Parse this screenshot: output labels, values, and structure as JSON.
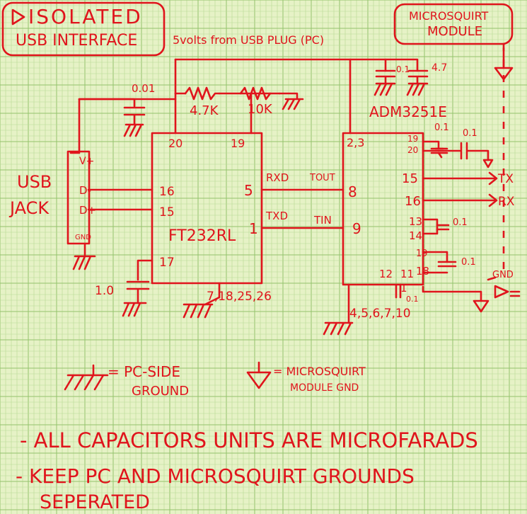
{
  "title_line1": "ISOLATED",
  "title_line2": "USB INTERFACE",
  "module_line1": "MICROSQUIRT",
  "module_line2": "MODULE",
  "supply_note": "5volts from USB PLUG (PC)",
  "usb_jack": {
    "label1": "USB",
    "label2": "JACK",
    "pin_vplus": "V+",
    "pin_dminus": "D-",
    "pin_dplus": "D+",
    "pin_gnd": "GND"
  },
  "ft232": {
    "name": "FT232RL",
    "pin_20": "20",
    "pin_19": "19",
    "pin_16": "16",
    "pin_15": "15",
    "pin_17": "17",
    "pin_5": "5",
    "pin_1": "1",
    "pin_gnd": "7,18,25,26",
    "sig_rxd": "RXD",
    "sig_txd": "TXD"
  },
  "adm": {
    "name": "ADM3251E",
    "pin_vcc": "2,3",
    "pin_8": "8",
    "pin_9": "9",
    "sig_tout": "TOUT",
    "sig_tin": "TIN",
    "pin_gnd": "4,5,6,7,10",
    "pin_19a": "19",
    "pin_20": "20",
    "pin_15": "15",
    "pin_16": "16",
    "pin_13": "13",
    "pin_14": "14",
    "pin_19b": "19",
    "pin_18": "18",
    "pin_12": "12",
    "pin_11": "11",
    "pin_1": "1"
  },
  "resistors": {
    "r1": "4.7K",
    "r2": "10K"
  },
  "caps": {
    "c_top": "0.01",
    "c_17": "1.0",
    "c_adm1": "0.1",
    "c_adm2": "4.7",
    "c_rt1": "0.1",
    "c_rt2": "0.1",
    "c_13": "0.1",
    "c_18": "0.1",
    "c_pin1": "0.1"
  },
  "outputs": {
    "tx": "TX",
    "rx": "RX",
    "gnd": "GND"
  },
  "legend": {
    "pc_ground_line1": "= PC-SIDE",
    "pc_ground_line2": "GROUND",
    "module_ground_line1": "= MICROSQUIRT",
    "module_ground_line2": "MODULE GND"
  },
  "notes": [
    "- ALL CAPACITORS UNITS ARE MICROFARADS",
    "- KEEP PC AND MICROSQUIRT GROUNDS",
    "SEPERATED"
  ],
  "colors": {
    "paper": "#e6f2c6",
    "grid_minor": "#b7d893",
    "grid_major": "#94c36c",
    "ink": "#e0141c"
  }
}
